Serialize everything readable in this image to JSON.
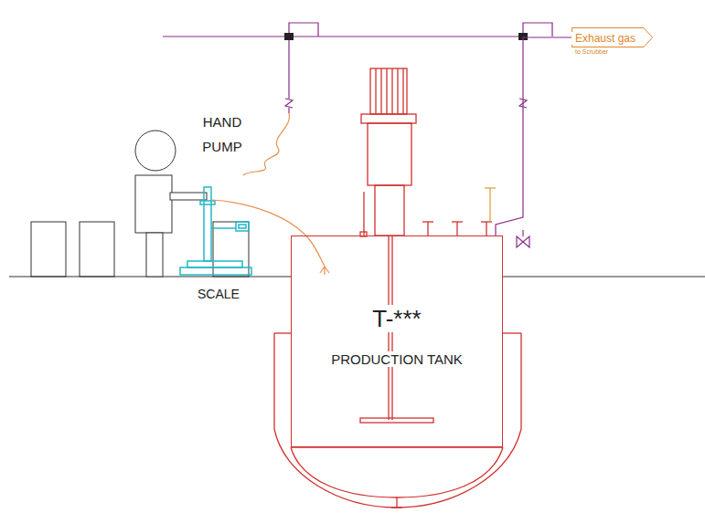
{
  "diagram": {
    "nodes": [
      {
        "text": [
          "T-***",
          "PRODUCTION TANK"
        ]
      },
      {
        "text": [
          "Exhaust gas",
          "to Scrubber"
        ]
      }
    ],
    "edges": [
      {
        "from": 0,
        "to": 1,
        "arrow": "none"
      }
    ],
    "labels": [
      "HAND PUMP",
      "SCALE"
    ]
  }
}
